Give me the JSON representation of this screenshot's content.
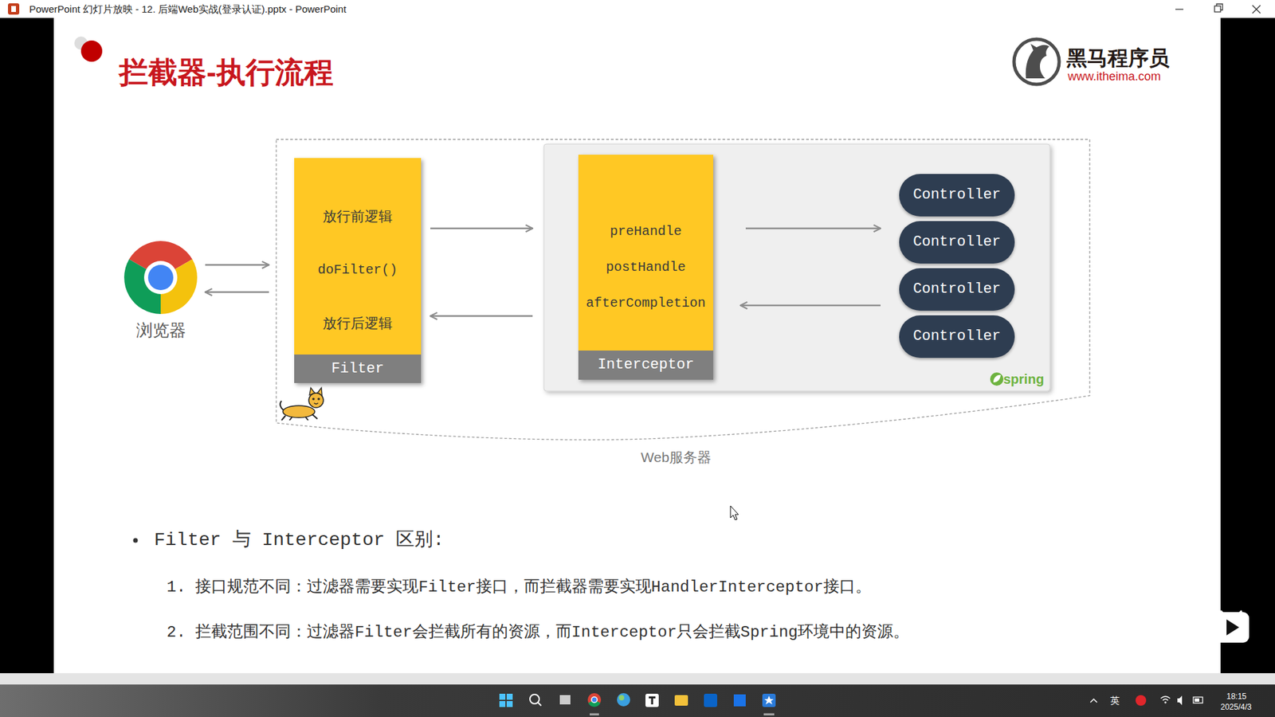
{
  "diagram": {
    "title": "拦截器-执行流程",
    "nodes": [
      {
        "text": [
          "浏览器"
        ]
      },
      {
        "text": [
          "Web服务器"
        ]
      },
      {
        "text": [
          "放行前逻辑",
          "doFilter()",
          "放行后逻辑",
          "Filter"
        ],
        "in": 1
      },
      {
        "text": [
          "spring"
        ],
        "in": 1
      },
      {
        "text": [
          "preHandle",
          "postHandle",
          "afterCompletion",
          "Interceptor"
        ],
        "in": 3
      },
      {
        "text": [
          "Controller"
        ],
        "in": 3
      },
      {
        "text": [
          "Controller"
        ],
        "in": 3
      },
      {
        "text": [
          "Controller"
        ],
        "in": 3
      },
      {
        "text": [
          "Controller"
        ],
        "in": 3
      }
    ],
    "edges": [
      {
        "from": 0,
        "to": 2,
        "arrow": "to"
      },
      {
        "from": 2,
        "to": 0,
        "arrow": "to"
      },
      {
        "from": 2,
        "to": 4,
        "arrow": "to"
      },
      {
        "from": 4,
        "to": 2,
        "arrow": "to"
      },
      {
        "from": 4,
        "to": 6,
        "arrow": "to"
      },
      {
        "from": 7,
        "to": 4,
        "arrow": "to"
      }
    ],
    "labels": [
      "PowerPoint 幻灯片放映  -  12. 后端Web实战(登录认证).pptx  -  PowerPoint",
      "黑马程序员",
      "www.itheima.com",
      "Filter 与 Interceptor 区别:",
      "1. 接口规范不同：过滤器需要实现Filter接口，而拦截器需要实现HandlerInterceptor接口。",
      "2. 拦截范围不同：过滤器Filter会拦截所有的资源，而Interceptor只会拦截Spring环境中的资源。",
      "英",
      "18:15",
      "2025/4/3"
    ]
  }
}
